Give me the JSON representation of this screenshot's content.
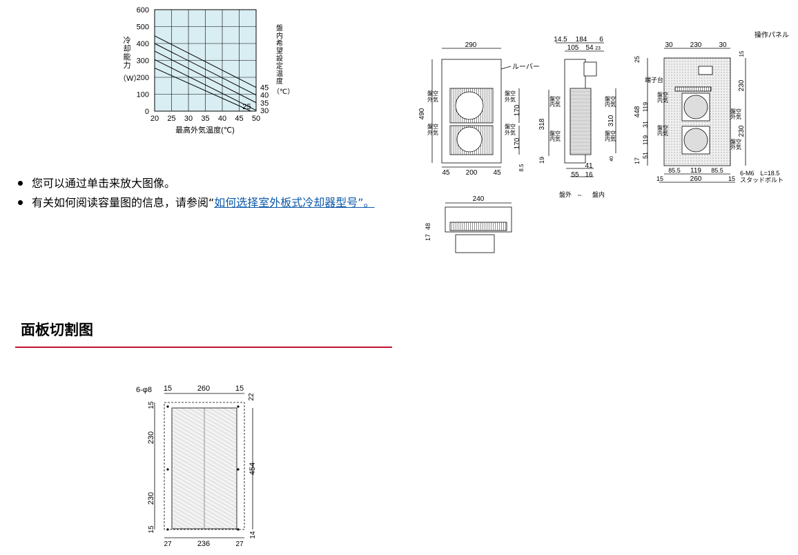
{
  "chart_data": {
    "type": "line",
    "title": "",
    "xlabel": "最高外気温度(℃)",
    "ylabel_chars": [
      "冷",
      "却",
      "能",
      "力"
    ],
    "ylabel_unit": "（W）",
    "xlim": [
      20,
      50
    ],
    "ylim": [
      0,
      600
    ],
    "x_ticks": [
      "20",
      "25",
      "30",
      "35",
      "40",
      "45",
      "50"
    ],
    "y_ticks": [
      "0",
      "100",
      "200",
      "300",
      "400",
      "500",
      "600"
    ],
    "grid": true,
    "legend_title_chars": [
      "盤",
      "内",
      "希",
      "望",
      "設",
      "定",
      "温",
      "度"
    ],
    "legend_unit": "（℃）",
    "series": [
      {
        "name": "45",
        "x": [
          20,
          50
        ],
        "y": [
          445,
          140
        ]
      },
      {
        "name": "40",
        "x": [
          20,
          50
        ],
        "y": [
          400,
          95
        ]
      },
      {
        "name": "35",
        "x": [
          20,
          50
        ],
        "y": [
          355,
          50
        ]
      },
      {
        "name": "30",
        "x": [
          20,
          50
        ],
        "y": [
          305,
          5
        ]
      },
      {
        "name": "25",
        "x": [
          20,
          48.5
        ],
        "y": [
          255,
          0
        ]
      }
    ]
  },
  "bullets": {
    "item1": "您可以通过单击来放大图像。",
    "item2_prefix": "有关如何阅读容量图的信息，请参阅“",
    "item2_link": "如何选择室外板式冷却器型号”。"
  },
  "section": {
    "title": "面板切割图"
  },
  "drawing_top": {
    "front": {
      "w": "290",
      "h": "490",
      "fan_h1": "170",
      "fan_h2": "170",
      "b_left": "45",
      "b_mid": "200",
      "b_right": "45",
      "b_small": "8.5",
      "louver": "ルーバー",
      "outer_air": [
        "盤",
        "外",
        "空",
        "気"
      ]
    },
    "side": {
      "d1": "14.5",
      "d2": "184",
      "d3": "6",
      "d4": "105",
      "d5": "54",
      "d6": "23",
      "h1": "318",
      "h2": "310",
      "h3": "19",
      "h4": "40",
      "b1": "41",
      "b2": "55",
      "b3": "16",
      "inner_air": [
        "盤",
        "内",
        "空",
        "気"
      ]
    },
    "rear": {
      "t1": "30",
      "t2": "230",
      "t3": "30",
      "op_panel": "操作パネル",
      "r1": "25",
      "r2": "15",
      "r3": "230",
      "r4": "230",
      "h_total": "448",
      "l1": "119",
      "l2": "31",
      "l3": "119",
      "l4": "51",
      "l5": "17",
      "b1": "85.5",
      "b2": "119",
      "b3": "85.5",
      "b_total": "260",
      "b_side": "15",
      "b_side2": "15",
      "terminal": "端子台",
      "bolt": "6-M6　L=18.5",
      "bolt2": "スタッドボルト"
    },
    "bottom": {
      "w": "240",
      "h1": "17",
      "h2": "48"
    },
    "legend": {
      "out": "盤外",
      "in": "盤内"
    }
  },
  "cutout": {
    "holes": "6-φ8",
    "t1": "15",
    "t2": "260",
    "t3": "15",
    "r_top": "22",
    "r_h": "454",
    "r_bot": "14",
    "l_top": "15",
    "l1": "230",
    "l2": "230",
    "l_bot": "15",
    "b1": "27",
    "b2": "236",
    "b3": "27"
  }
}
